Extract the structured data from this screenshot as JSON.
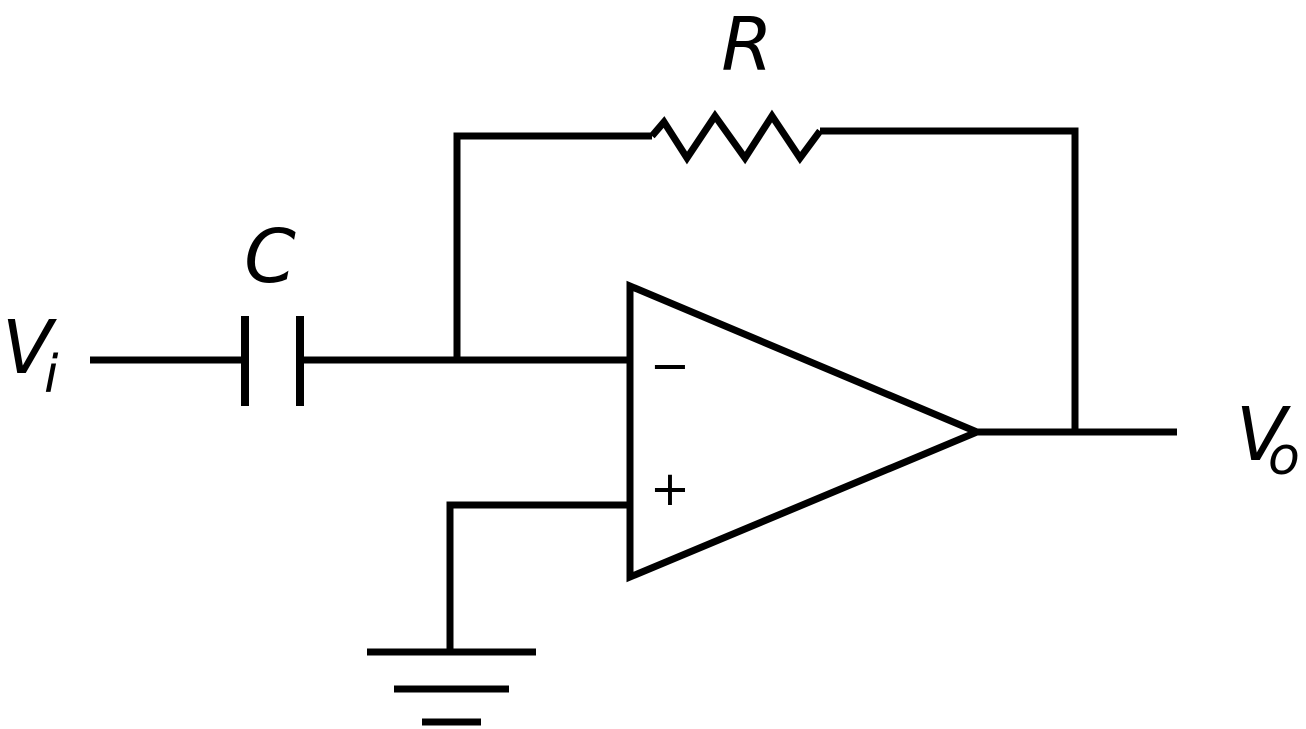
{
  "labels": {
    "resistor": "R",
    "capacitor": "C",
    "input_main": "V",
    "input_sub": "i",
    "output_main": "V",
    "output_sub": "o",
    "inverting_sign": "−",
    "noninverting_sign": "+"
  },
  "colors": {
    "stroke": "#000000",
    "background": "#ffffff"
  }
}
